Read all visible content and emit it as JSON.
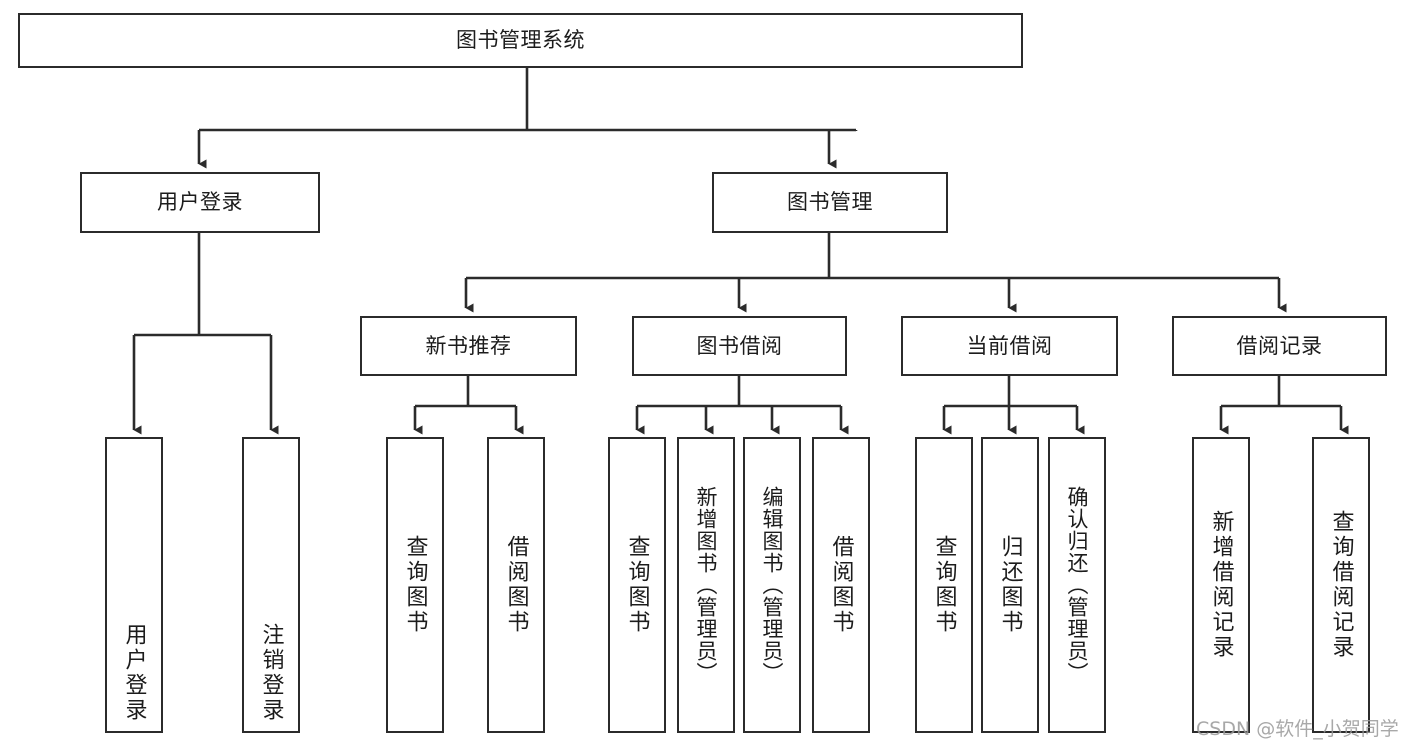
{
  "diagram": {
    "title": "图书管理系统",
    "root": {
      "label": "图书管理系统"
    },
    "level2": [
      {
        "label": "用户登录"
      },
      {
        "label": "图书管理"
      }
    ],
    "level3": [
      {
        "label": "新书推荐"
      },
      {
        "label": "图书借阅"
      },
      {
        "label": "当前借阅"
      },
      {
        "label": "借阅记录"
      }
    ],
    "leaves": {
      "user_login": [
        {
          "label": "用户登录"
        },
        {
          "label": "注销登录"
        }
      ],
      "new_book_recommend": [
        {
          "label": "查询图书"
        },
        {
          "label": "借阅图书"
        }
      ],
      "book_borrow": [
        {
          "label": "查询图书"
        },
        {
          "label": "新增图书（管理员）"
        },
        {
          "label": "编辑图书（管理员）"
        },
        {
          "label": "借阅图书"
        }
      ],
      "current_borrow": [
        {
          "label": "查询图书"
        },
        {
          "label": "归还图书"
        },
        {
          "label": "确认归还（管理员）"
        }
      ],
      "borrow_records": [
        {
          "label": "新增借阅记录"
        },
        {
          "label": "查询借阅记录"
        }
      ]
    },
    "watermark": "CSDN @软件_小贺同学",
    "colors": {
      "stroke": "#2b2b2b",
      "background": "#ffffff",
      "text": "#1c1c1c",
      "watermark": "#9a9a9a"
    }
  }
}
